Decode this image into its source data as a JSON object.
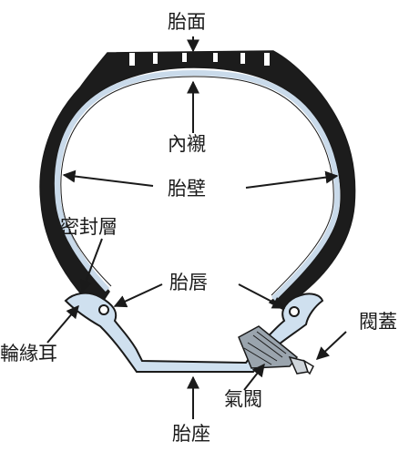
{
  "labels": {
    "tread": "胎面",
    "inner_liner": "內襯",
    "sidewall": "胎壁",
    "sealing_layer": "密封層",
    "bead": "胎唇",
    "valve_cap": "閥蓋",
    "rim_flange": "輪緣耳",
    "valve": "氣閥",
    "rim_seat": "胎座"
  },
  "colors": {
    "tire_rubber": "#1c1c1c",
    "liner": "#c9daea",
    "rim": "#cfe0ef",
    "outline": "#1a1a1a"
  }
}
